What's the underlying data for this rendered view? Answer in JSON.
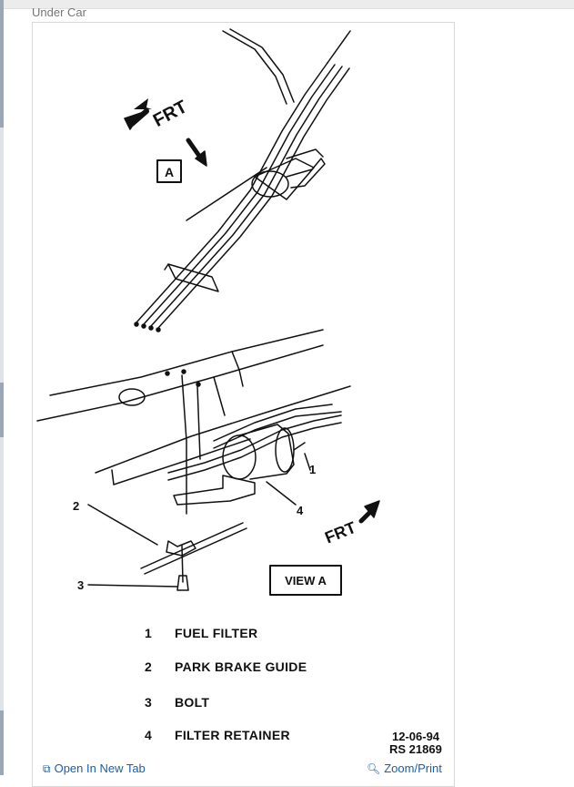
{
  "section_caption": "Under Car",
  "diagram": {
    "view_tag": "A",
    "view_box_label": "VIEW A",
    "direction_label_top": "FRT",
    "direction_label_bottom": "FRT",
    "callouts": [
      "1",
      "2",
      "3",
      "4"
    ],
    "legend": [
      {
        "num": "1",
        "text": "FUEL FILTER"
      },
      {
        "num": "2",
        "text": "PARK BRAKE GUIDE"
      },
      {
        "num": "3",
        "text": "BOLT"
      },
      {
        "num": "4",
        "text": "FILTER RETAINER"
      }
    ],
    "date_code": "12-06-94",
    "ref_code": "RS 21869"
  },
  "footer": {
    "open_new_tab": "Open In New Tab",
    "zoom_print": "Zoom/Print",
    "open_icon": "open-in-new-tab-icon",
    "zoom_icon": "magnifier-zoom-icon"
  }
}
